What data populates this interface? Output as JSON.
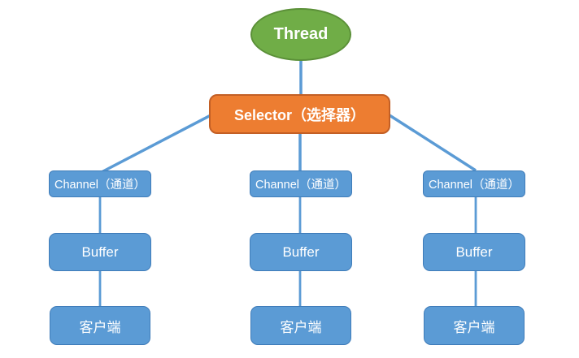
{
  "colors": {
    "background": "#FFFFFF",
    "text": "#FFFFFF",
    "connector": "#5B9BD5",
    "node_green": "#70AD47",
    "node_green_border": "#5B9038",
    "node_orange": "#ED7D31",
    "node_orange_border": "#C35F25",
    "node_blue": "#5B9BD5",
    "node_blue_border": "#3F7CB9"
  },
  "diagram": {
    "thread": {
      "label": "Thread"
    },
    "selector": {
      "label": "Selector（选择器）"
    },
    "columns": [
      {
        "channel": "Channel（通道）",
        "buffer": "Buffer",
        "client": "客户端"
      },
      {
        "channel": "Channel（通道）",
        "buffer": "Buffer",
        "client": "客户端"
      },
      {
        "channel": "Channel（通道）",
        "buffer": "Buffer",
        "client": "客户端"
      }
    ]
  }
}
